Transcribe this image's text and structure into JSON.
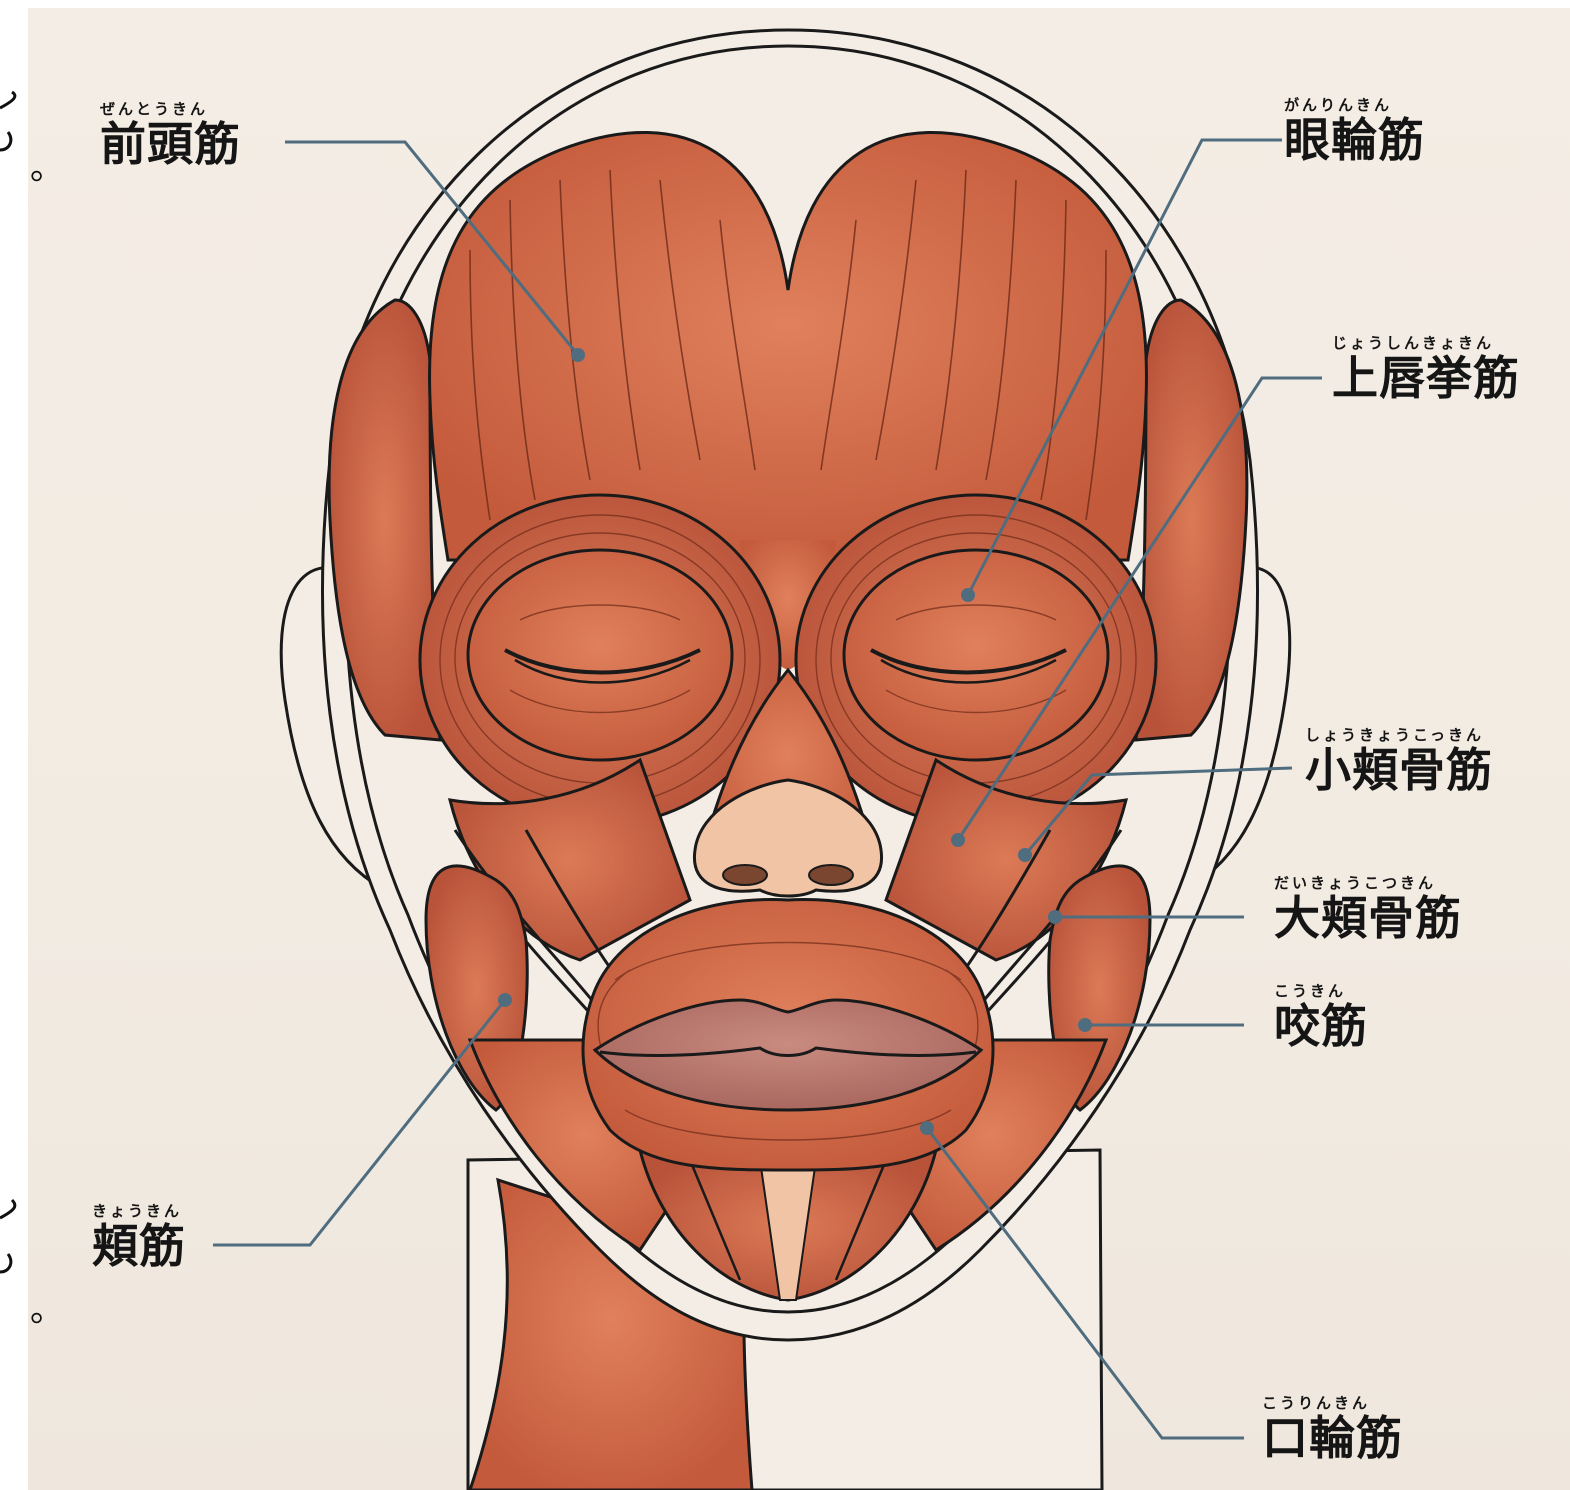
{
  "labels": {
    "frontalis": {
      "reading": "ぜんとうきん",
      "name": "前頭筋"
    },
    "orbicularis_oculi": {
      "reading": "がんりんきん",
      "name": "眼輪筋"
    },
    "levator_labii": {
      "reading": "じょうしんきょきん",
      "name": "上唇挙筋"
    },
    "zygomatic_minor": {
      "reading": "しょうきょうこっきん",
      "name": "小頬骨筋"
    },
    "zygomatic_major": {
      "reading": "だいきょうこつきん",
      "name": "大頬骨筋"
    },
    "masseter": {
      "reading": "こうきん",
      "name": "咬筋"
    },
    "buccinator": {
      "reading": "きょうきん",
      "name": "頬筋"
    },
    "orbicularis_oris": {
      "reading": "こうりんきん",
      "name": "口輪筋"
    }
  },
  "edge_marks": {
    "top_mark": "。",
    "bottom_mark": "。"
  },
  "colors": {
    "muscle": "#cf6a48",
    "muscle_dark": "#b9573a",
    "skin": "#f1c4a6",
    "leader_line": "#4f6d7f",
    "outline": "#1a1a1a"
  }
}
